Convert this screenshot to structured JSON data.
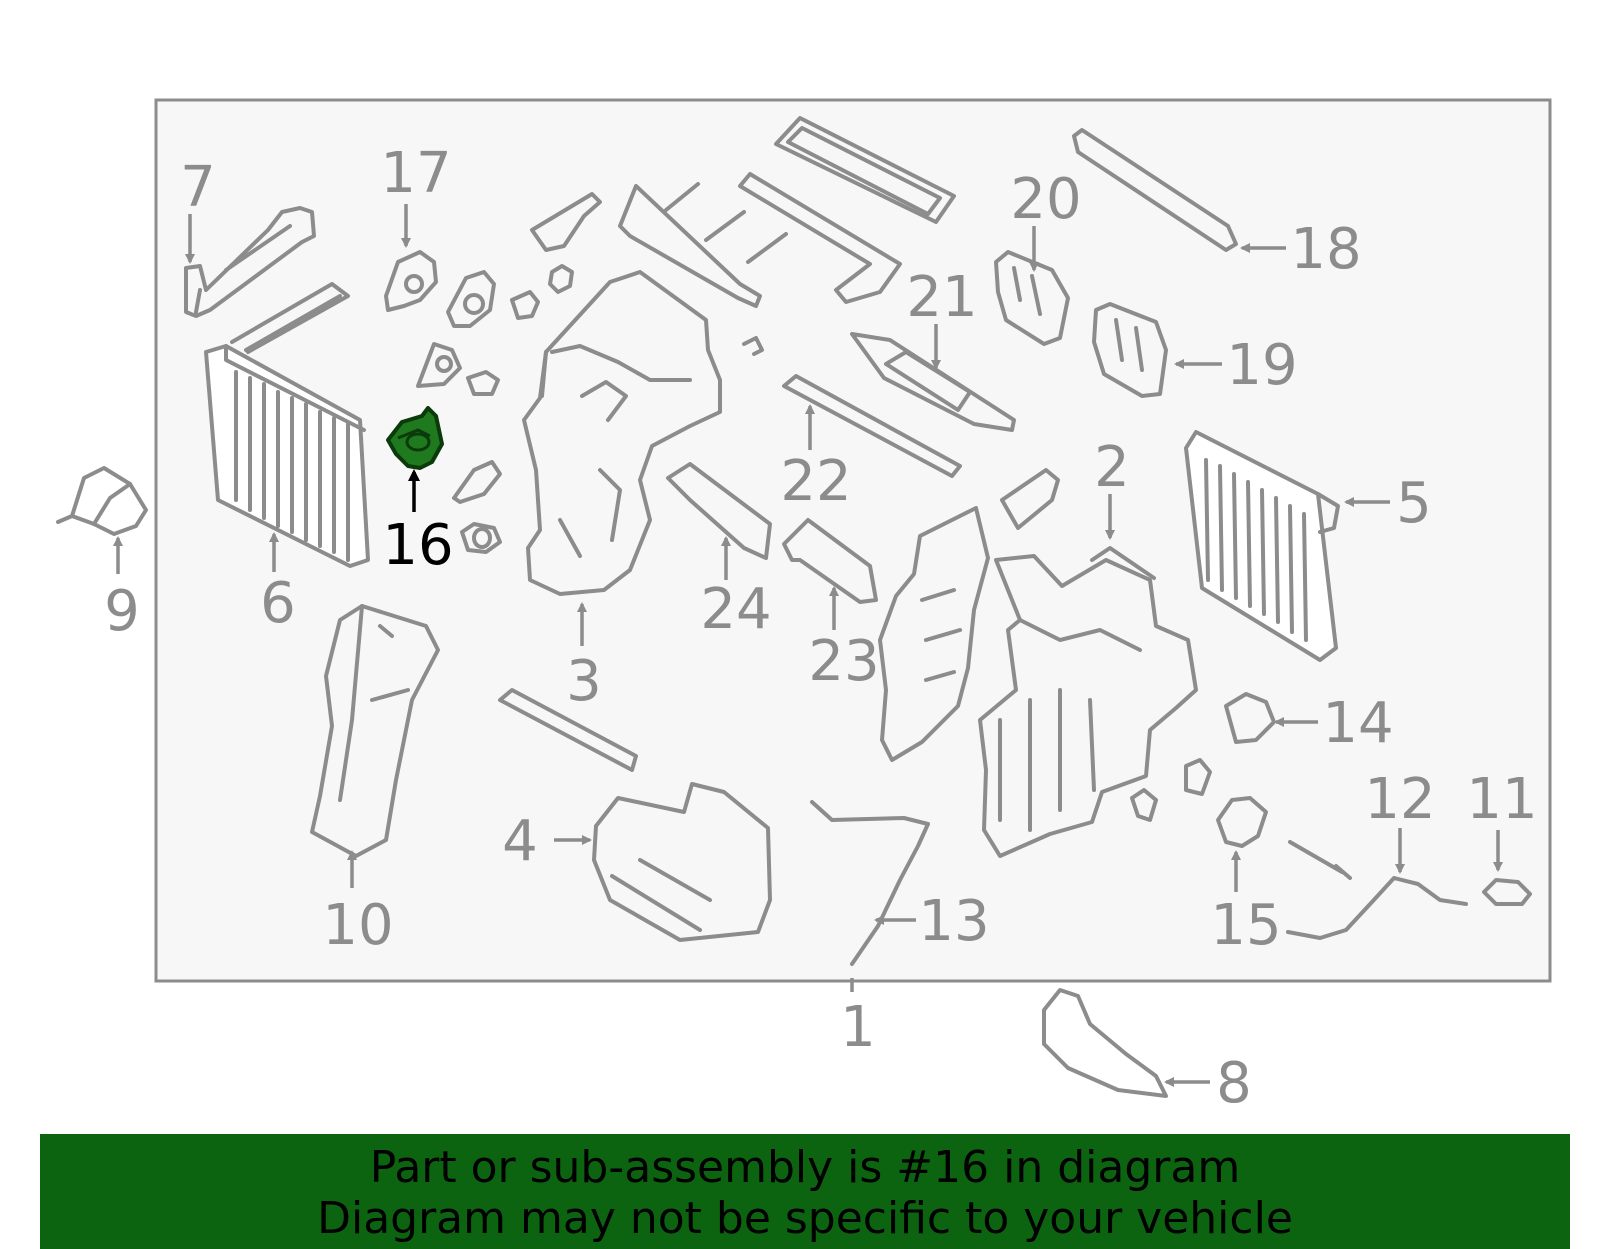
{
  "callouts": [
    "1",
    "2",
    "3",
    "4",
    "5",
    "6",
    "7",
    "8",
    "9",
    "10",
    "11",
    "12",
    "13",
    "14",
    "15",
    "16",
    "17",
    "18",
    "19",
    "20",
    "21",
    "22",
    "23",
    "24"
  ],
  "highlighted_part": "16",
  "colors": {
    "panel_fill": "#f7f7f7",
    "line_gray": "#8c8c8c",
    "highlight_green": "#1f7a1f",
    "banner_green": "#0d6410"
  },
  "banner": {
    "line1": "Part or sub-assembly is #16 in diagram",
    "line2": "Diagram may not be specific to your vehicle"
  }
}
